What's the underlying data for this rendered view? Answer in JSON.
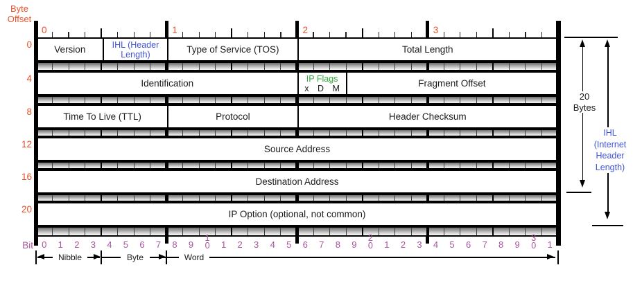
{
  "diagram": {
    "corner_label": "Byte\nOffset",
    "bit_axis_label": "Bit",
    "byte_markers": [
      "0",
      "1",
      "2",
      "3"
    ],
    "colors": {
      "offset_red": "#E8512C",
      "bit_purple": "#A8559E",
      "label_blue": "#4053D8",
      "flags_green": "#2FA937",
      "line_black": "#000000"
    },
    "rows": [
      {
        "offset": "0",
        "cells": [
          {
            "label": "Version",
            "bits": 4
          },
          {
            "label": "IHL (Header\nLength)",
            "bits": 4,
            "color": "blue"
          },
          {
            "label": "Type of Service (TOS)",
            "bits": 8
          },
          {
            "label": "Total Length",
            "bits": 16
          }
        ]
      },
      {
        "offset": "4",
        "cells": [
          {
            "label": "Identification",
            "bits": 16
          },
          {
            "label": "IP Flags",
            "sub": "x D M",
            "bits": 3,
            "color": "green"
          },
          {
            "label": "Fragment Offset",
            "bits": 13
          }
        ]
      },
      {
        "offset": "8",
        "cells": [
          {
            "label": "Time To Live (TTL)",
            "bits": 8
          },
          {
            "label": "Protocol",
            "bits": 8
          },
          {
            "label": "Header Checksum",
            "bits": 16
          }
        ]
      },
      {
        "offset": "12",
        "cells": [
          {
            "label": "Source Address",
            "bits": 32
          }
        ]
      },
      {
        "offset": "16",
        "cells": [
          {
            "label": "Destination Address",
            "bits": 32
          }
        ]
      },
      {
        "offset": "20",
        "cells": [
          {
            "label": "IP Option (optional, not common)",
            "bits": 32
          }
        ]
      }
    ],
    "bit_numbers": [
      "0",
      "1",
      "2",
      "3",
      "4",
      "5",
      "6",
      "7",
      "8",
      "9",
      "10",
      "1",
      "2",
      "3",
      "4",
      "5",
      "6",
      "7",
      "8",
      "9",
      "20",
      "1",
      "2",
      "3",
      "4",
      "5",
      "6",
      "7",
      "8",
      "9",
      "30",
      "1"
    ],
    "measures": {
      "nibble": "Nibble",
      "byte": "Byte",
      "word": "Word"
    },
    "annotations": {
      "bytes_label": "20\nBytes",
      "ihl_label": "IHL\n(Internet\nHeader\nLength)"
    }
  }
}
